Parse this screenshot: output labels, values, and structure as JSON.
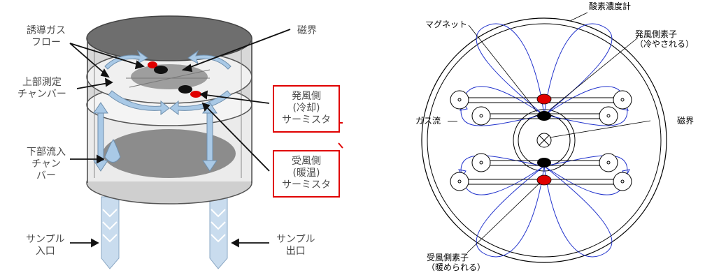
{
  "left_diagram": {
    "labels": {
      "induced_gas_flow": "誘導ガス\nフロー",
      "magnetic_field": "磁界",
      "upper_chamber": "上部測定\nチャンバー",
      "lower_chamber": "下部流入\nチャン\nバー",
      "sample_in": "サンプル\n入口",
      "sample_out": "サンプル\n出口",
      "heating_side": "発風側\n(冷却)\nサーミスタ",
      "receiving_side": "受風側\n(暖温)\nサーミスタ"
    },
    "colors": {
      "highlight_box": "#e00000",
      "flow_arrow": "#a9c9e6",
      "body": "#dcdcdc"
    }
  },
  "right_diagram": {
    "labels": {
      "oxygen_meter": "酸素濃度計",
      "magnet": "マグネット",
      "heating_element": "発風側素子\n（冷やされる）",
      "gas_flow": "ガス流",
      "magnetic_field": "磁界",
      "receiving_element": "受風側素子\n（暖められる）"
    },
    "colors": {
      "flow_line": "#2233cc",
      "element_red": "#e00000",
      "magnet_black": "#000000"
    }
  }
}
